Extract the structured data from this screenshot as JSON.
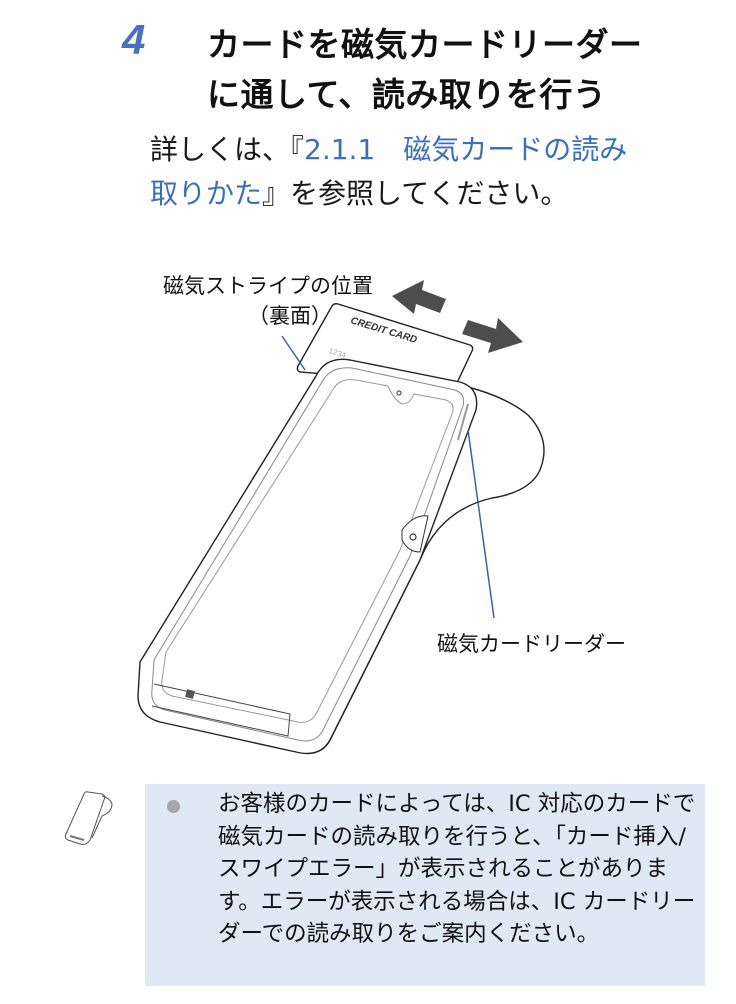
{
  "step": {
    "number": "4",
    "title_line1": "カードを磁気カードリーダー",
    "title_line2": "に通して、読み取りを行う"
  },
  "description": {
    "prefix": "詳しくは、『",
    "link_text_line1": "2.1.1　磁気カードの読み",
    "link_text_line2": "取りかた",
    "suffix": "』を参照してください。"
  },
  "figure": {
    "label_stripe_line1": "磁気ストライプの位置",
    "label_stripe_line2": "（裏面）",
    "label_reader": "磁気カードリーダー",
    "card_text": "CREDIT CARD",
    "card_number": "1234",
    "arrow_direction": "bidirectional-swipe"
  },
  "note": {
    "icon": "terminal-device-icon",
    "bullet_icon": "bullet-dot",
    "text": "お客様のカードによっては、IC 対応のカードで磁気カードの読み取りを行うと、「カード挿入/スワイプエラー」が表示されることがあります。エラーが表示される場合は、IC カードリーダーでの読み取りをご案内ください。"
  },
  "colors": {
    "accent": "#4a6fc0",
    "link": "#3a6fbf",
    "note_background": "#dfe8f5",
    "leader_line": "#3d5fb0",
    "arrow": "#4d4d4d"
  }
}
